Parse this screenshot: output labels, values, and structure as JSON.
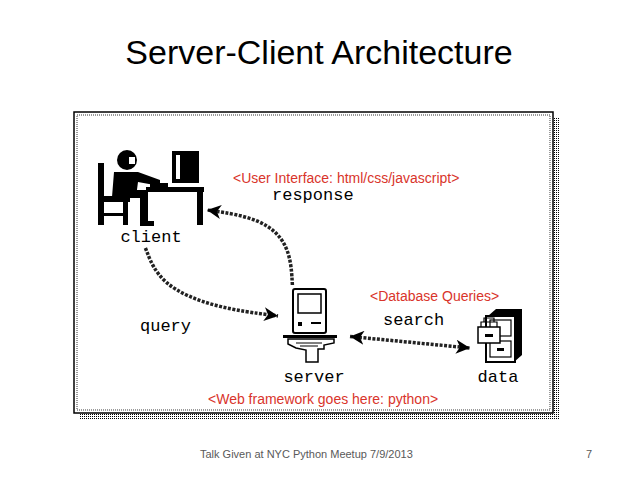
{
  "diagram": {
    "title": "Server-Client Architecture",
    "nodes": [
      {
        "text": [
          "client"
        ]
      },
      {
        "text": [
          "server"
        ]
      },
      {
        "text": [
          "data"
        ]
      }
    ],
    "edges": [
      {
        "from": 0,
        "to": 1,
        "arrow": "to",
        "label": "query"
      },
      {
        "from": 1,
        "to": 0,
        "arrow": "to",
        "label": "response"
      },
      {
        "from": 1,
        "to": 2,
        "arrow": "both",
        "label": "search"
      }
    ],
    "labels": [
      "<User Interface: html/css/javascript>",
      "<Database Queries>",
      "<Web framework goes here: python>",
      "Talk Given at NYC Python Meetup 7/9/2013",
      "7"
    ]
  }
}
